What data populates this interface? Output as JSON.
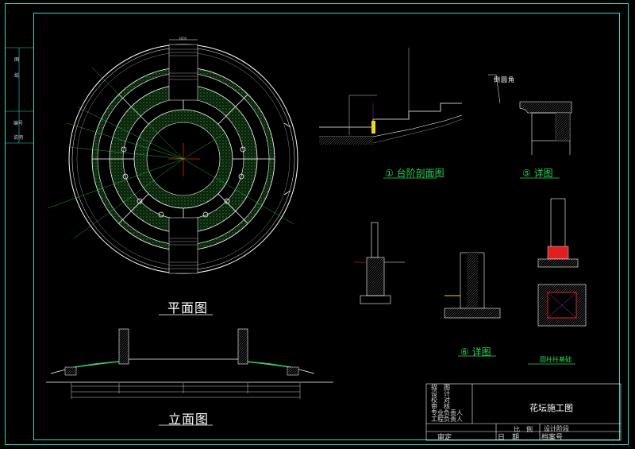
{
  "plan_title": "平面图",
  "elevation_title": "立面图",
  "section1_title": "① 台阶剖面图",
  "detail5_title": "⑤ 详图",
  "detail6_title": "⑥ 详图",
  "pillar_label": "圆柱柱基础",
  "chamfer_label": "倒圆角",
  "title_block": {
    "rows": [
      "描　图",
      "设　计",
      "校　对",
      "审　核",
      "专业负责人",
      "工程负责人"
    ],
    "drawing_name": "花坛施工图",
    "ratio_label": "比　例",
    "stage_label": "设计阶段",
    "approve_label": "审定",
    "date_label": "日　期",
    "archive_label": "档案号"
  },
  "side_labels": [
    "图",
    "纸",
    "编号",
    "说明"
  ],
  "colors": {
    "frame": "#2ad7c9",
    "drawing": "#ffffff",
    "green": "#25d45a",
    "red": "#e02020",
    "magenta": "#d02ad8",
    "yellow": "#e8d820"
  }
}
